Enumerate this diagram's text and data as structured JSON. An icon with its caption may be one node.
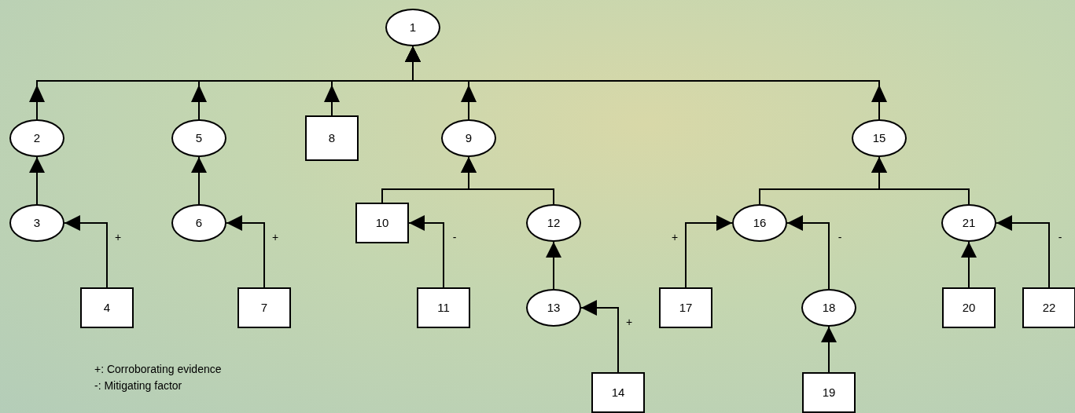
{
  "diagram": {
    "nodes": [
      {
        "text": [
          "1"
        ]
      },
      {
        "text": [
          "2"
        ]
      },
      {
        "text": [
          "3"
        ]
      },
      {
        "text": [
          "4"
        ]
      },
      {
        "text": [
          "5"
        ]
      },
      {
        "text": [
          "6"
        ]
      },
      {
        "text": [
          "7"
        ]
      },
      {
        "text": [
          "8"
        ]
      },
      {
        "text": [
          "9"
        ]
      },
      {
        "text": [
          "10"
        ]
      },
      {
        "text": [
          "11"
        ]
      },
      {
        "text": [
          "12"
        ]
      },
      {
        "text": [
          "13"
        ]
      },
      {
        "text": [
          "14"
        ]
      },
      {
        "text": [
          "15"
        ]
      },
      {
        "text": [
          "16"
        ]
      },
      {
        "text": [
          "17"
        ]
      },
      {
        "text": [
          "18"
        ]
      },
      {
        "text": [
          "19"
        ]
      },
      {
        "text": [
          "20"
        ]
      },
      {
        "text": [
          "21"
        ]
      },
      {
        "text": [
          "22"
        ]
      }
    ],
    "edges": [
      {
        "from": 1,
        "to": 0,
        "arrow": "to"
      },
      {
        "from": 4,
        "to": 0,
        "arrow": "to"
      },
      {
        "from": 7,
        "to": 0,
        "arrow": "to"
      },
      {
        "from": 8,
        "to": 0,
        "arrow": "to"
      },
      {
        "from": 14,
        "to": 0,
        "arrow": "to"
      },
      {
        "from": 2,
        "to": 1,
        "arrow": "to"
      },
      {
        "from": 3,
        "to": 2,
        "arrow": "to",
        "label": "+"
      },
      {
        "from": 5,
        "to": 4,
        "arrow": "to"
      },
      {
        "from": 6,
        "to": 5,
        "arrow": "to",
        "label": "+"
      },
      {
        "from": 9,
        "to": 8,
        "arrow": "to"
      },
      {
        "from": 11,
        "to": 8,
        "arrow": "to"
      },
      {
        "from": 10,
        "to": 9,
        "arrow": "to",
        "label": "-"
      },
      {
        "from": 12,
        "to": 11,
        "arrow": "to"
      },
      {
        "from": 13,
        "to": 12,
        "arrow": "to",
        "label": "+"
      },
      {
        "from": 15,
        "to": 14,
        "arrow": "to"
      },
      {
        "from": 20,
        "to": 14,
        "arrow": "to"
      },
      {
        "from": 16,
        "to": 15,
        "arrow": "to",
        "label": "+"
      },
      {
        "from": 17,
        "to": 15,
        "arrow": "to",
        "label": "-"
      },
      {
        "from": 18,
        "to": 17,
        "arrow": "to"
      },
      {
        "from": 19,
        "to": 20,
        "arrow": "to"
      },
      {
        "from": 21,
        "to": 20,
        "arrow": "to",
        "label": "-"
      }
    ],
    "labels": [
      "+: Corroborating evidence",
      "-: Mitigating factor"
    ]
  }
}
